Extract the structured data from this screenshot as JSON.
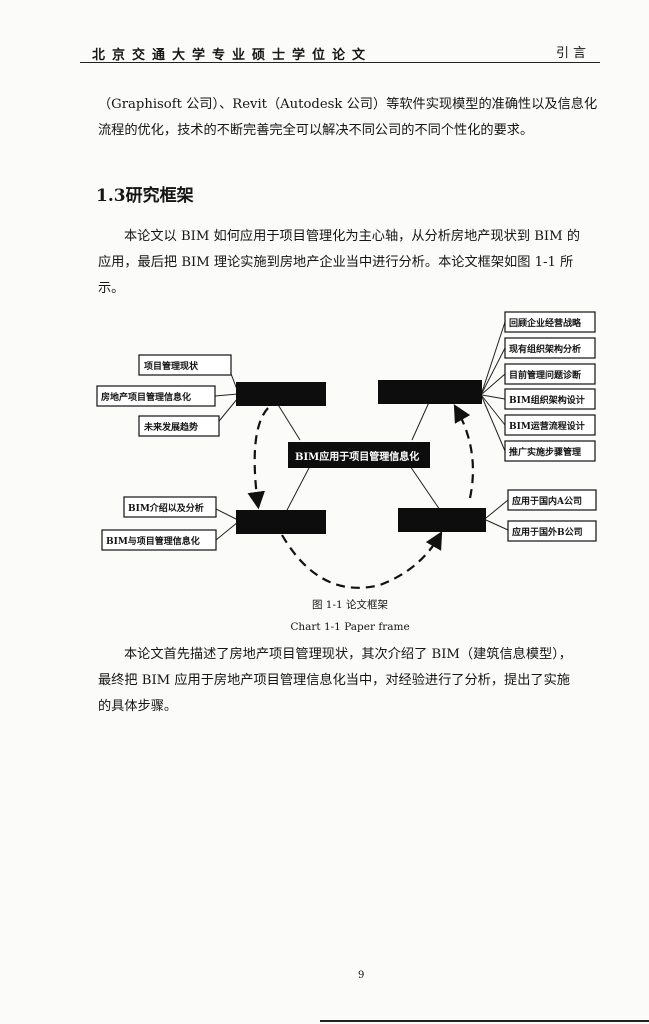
{
  "header": {
    "title": "北京交通大学专业硕士学位论文",
    "section": "引言"
  },
  "paragraphs": {
    "intro_line1": "（Graphisoft 公司）、Revit（Autodesk 公司）等软件实现模型的准确性以及信息化",
    "intro_line2": "流程的优化，技术的不断完善完全可以解决不同公司的不同个性化的要求。",
    "section_heading": "1.3研究框架",
    "frame_line1": "本论文以 BIM 如何应用于项目管理化为主心轴，从分析房地产现状到 BIM 的",
    "frame_line2": "应用，最后把 BIM 理论实施到房地产企业当中进行分析。本论文框架如图 1-1 所",
    "frame_line3": "示。",
    "summary_line1": "本论文首先描述了房地产项目管理现状，其次介绍了 BIM（建筑信息模型），",
    "summary_line2": "最终把 BIM 应用于房地产项目管理信息化当中，对经验进行了分析，提出了实施",
    "summary_line3": "的具体步骤。"
  },
  "figure": {
    "caption_cn": "图 1-1  论文框架",
    "caption_en": "Chart 1-1 Paper frame",
    "center_node": "BIM应用于项目管理信息化",
    "left_top_items": [
      "项目管理现状",
      "房地产项目管理信息化",
      "未来发展趋势"
    ],
    "left_bottom_items": [
      "BIM介绍以及分析",
      "BIM与项目管理信息化"
    ],
    "right_top_items": [
      "回顾企业经营战略",
      "现有组织架构分析",
      "目前管理问题诊断",
      "BIM组织架构设计",
      "BIM运营流程设计",
      "推广实施步骤管理"
    ],
    "right_bottom_items": [
      "应用于国内A公司",
      "应用于国外B公司"
    ]
  },
  "page_number": "9"
}
